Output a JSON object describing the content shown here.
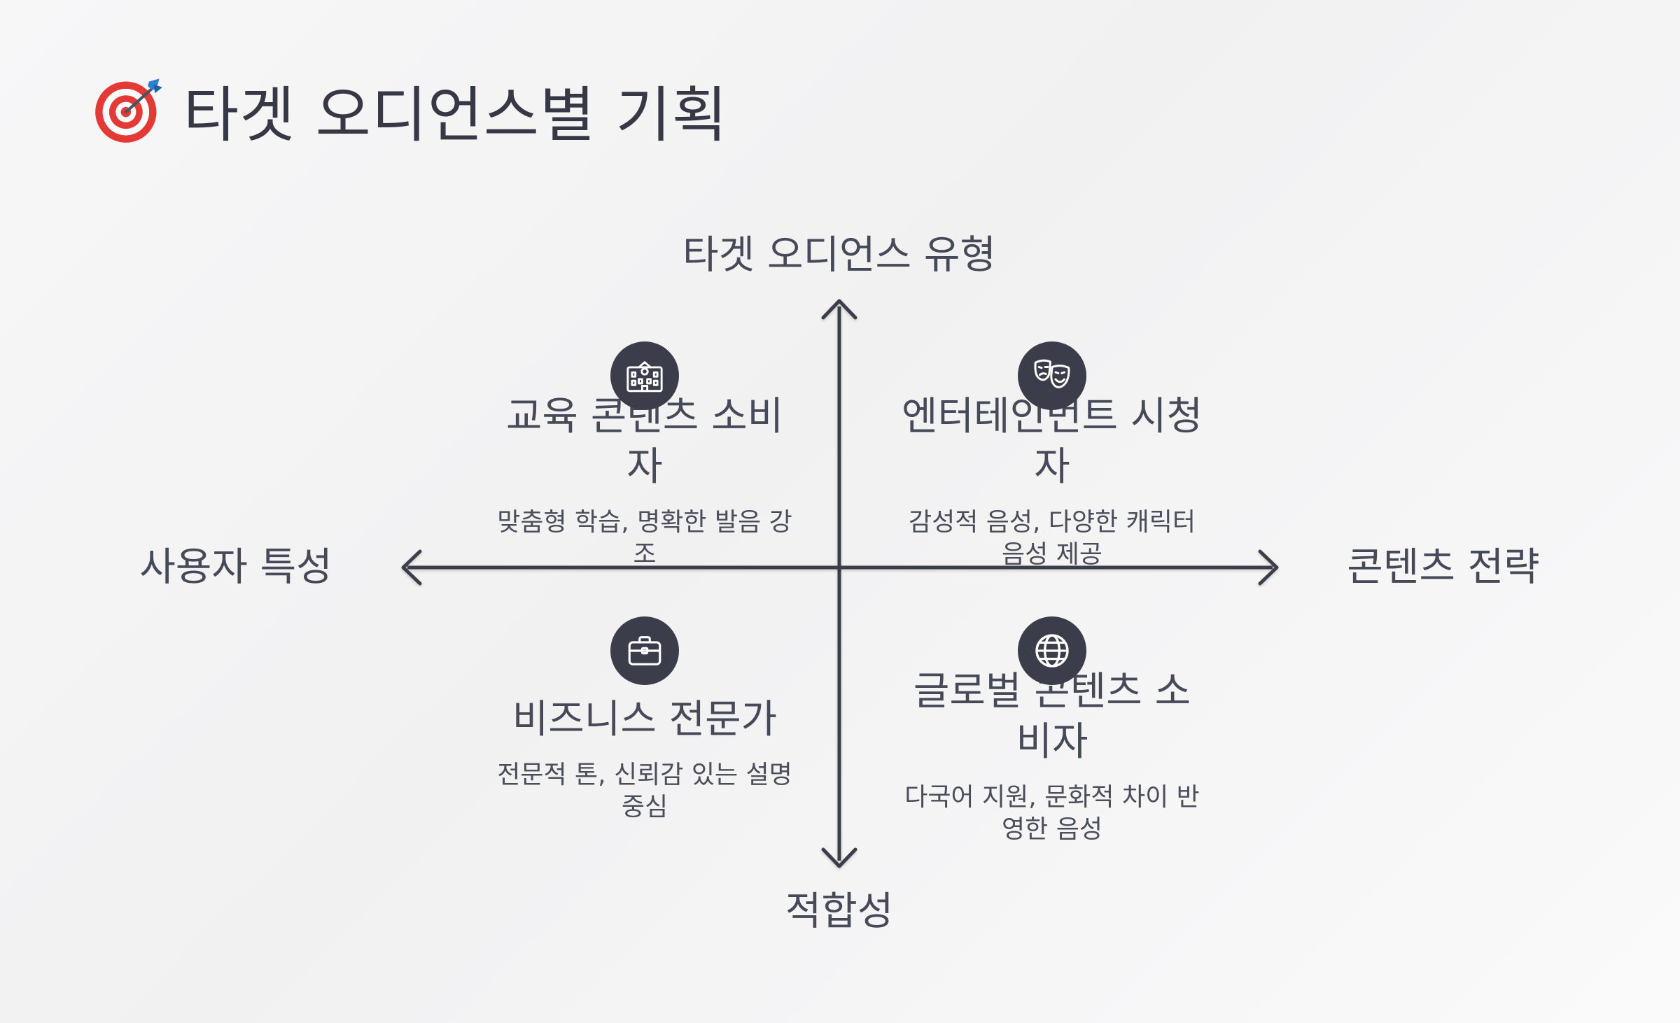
{
  "title": {
    "icon": "target-icon",
    "text": "타겟 오디언스별 기획"
  },
  "axes": {
    "top_label": "타겟 오디언스 유형",
    "bottom_label": "적합성",
    "left_label": "사용자 특성",
    "right_label": "콘텐츠 전략"
  },
  "quadrants": [
    {
      "id": "education",
      "icon": "school-building-icon",
      "title": "교육 콘텐츠 소비자",
      "description": "맞춤형 학습, 명확한 발음 강조"
    },
    {
      "id": "entertainment",
      "icon": "theater-masks-icon",
      "title": "엔터테인먼트 시청자",
      "description": "감성적 음성, 다양한 캐릭터 음성 제공"
    },
    {
      "id": "business",
      "icon": "briefcase-icon",
      "title": "비즈니스 전문가",
      "description": "전문적 톤, 신뢰감 있는 설명 중심"
    },
    {
      "id": "global",
      "icon": "globe-icon",
      "title": "글로벌 콘텐츠 소비자",
      "description": "다국어 지원, 문화적 차이 반영한 음성"
    }
  ],
  "colors": {
    "icon_background": "#3b3d4b",
    "axis_line": "#3a3c4a",
    "text": "#464957",
    "target_red": "#e53935"
  }
}
